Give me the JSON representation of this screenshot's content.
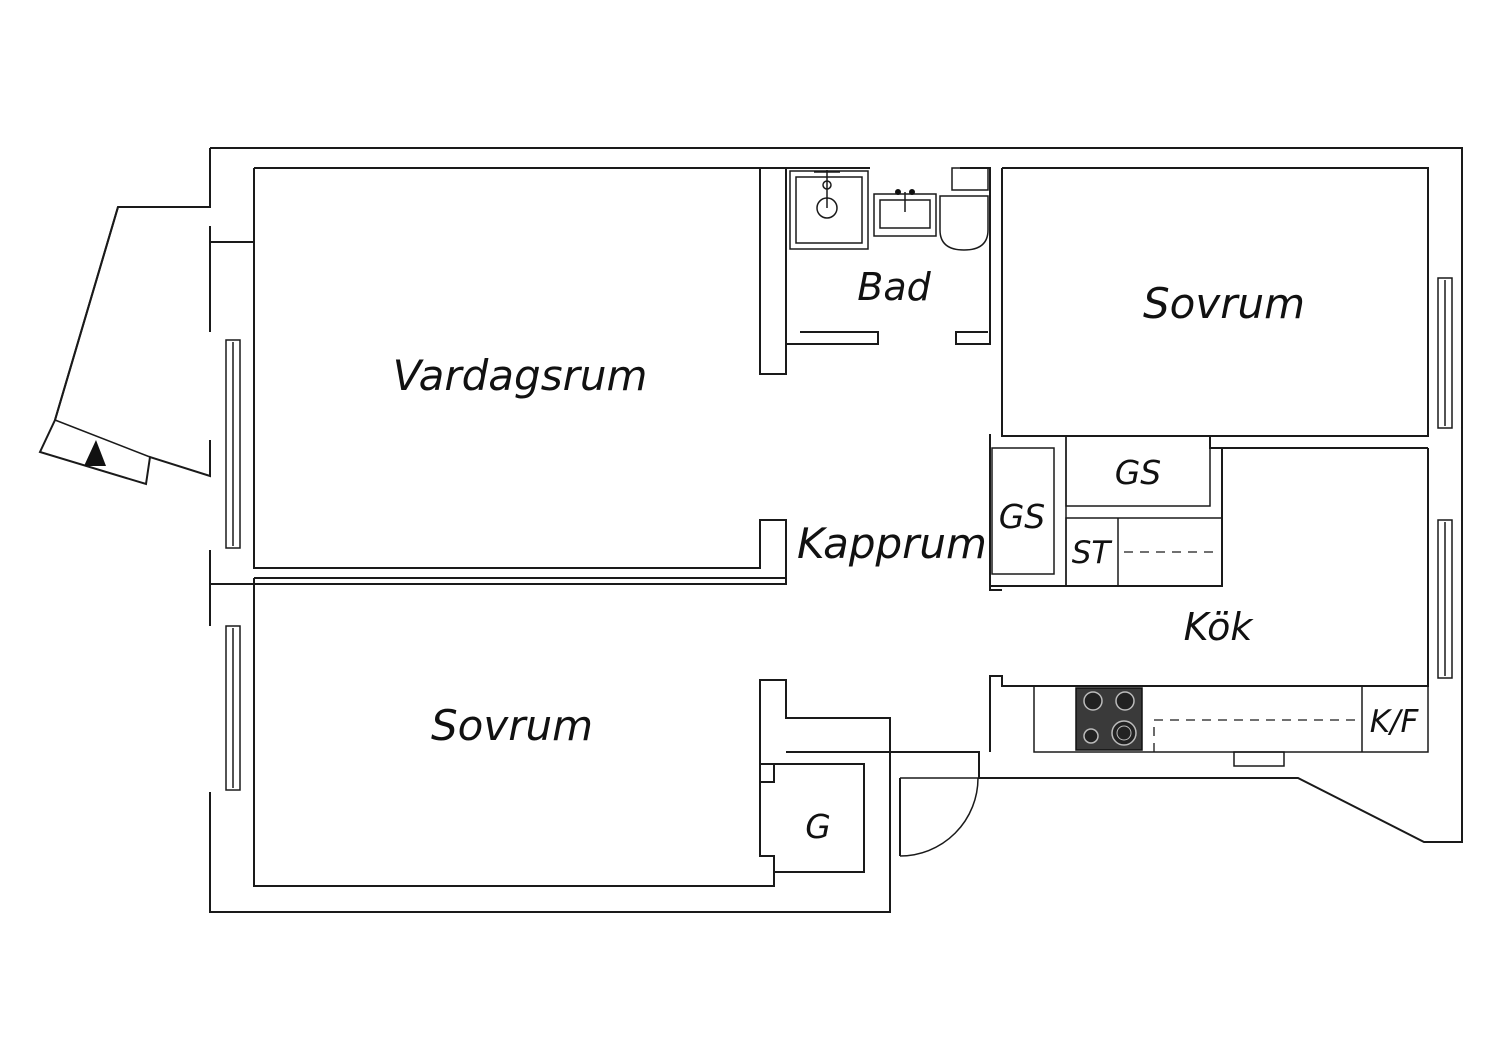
{
  "rooms": {
    "vardagsrum": "Vardagsrum",
    "bad": "Bad",
    "sovrum_top": "Sovrum",
    "kapprum": "Kapprum",
    "gs_vertical": "GS",
    "gs_horizontal": "GS",
    "st": "ST",
    "kok": "Kök",
    "sovrum_bottom": "Sovrum",
    "g": "G",
    "kf": "K/F"
  },
  "colors": {
    "wall": "#1a1a1a",
    "stove": "#3a3a3a",
    "background": "#ffffff"
  }
}
